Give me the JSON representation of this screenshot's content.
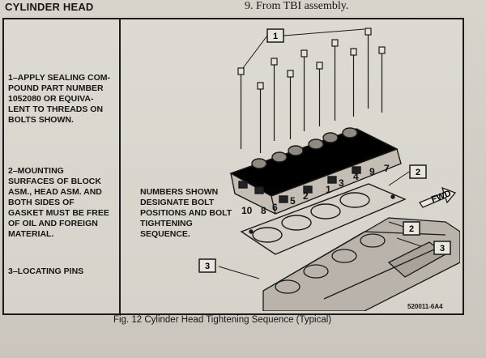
{
  "header": {
    "title": "CYLINDER HEAD",
    "step": "9.  From TBI assembly."
  },
  "notes": {
    "note1": "1–APPLY SEALING COM- POUND PART NUMBER 1052080 OR EQUIVA- LENT TO THREADS ON BOLTS SHOWN.",
    "note2": "2–MOUNTING SURFACES OF BLOCK ASM., HEAD ASM. AND BOTH SIDES OF GASKET MUST BE FREE OF OIL AND FOREIGN MATERIAL.",
    "note3": "3–LOCATING PINS",
    "center": "NUMBERS SHOWN DESIGNATE BOLT POSITIONS AND BOLT TIGHTENING SEQUENCE."
  },
  "diagram": {
    "callouts": {
      "c1": "1",
      "c2a": "2",
      "c2b": "2",
      "c3a": "3",
      "c3b": "3"
    },
    "sequence": {
      "s10": "10",
      "s8": "8",
      "s6": "6",
      "s5": "5",
      "s2": "2",
      "s1": "1",
      "s3": "3",
      "s4": "4",
      "s9": "9",
      "s7": "7"
    },
    "fwd_label": "FWD"
  },
  "figure": {
    "caption": "Fig. 12 Cylinder Head Tightening Sequence (Typical)",
    "ref_code": "520011-6A4"
  },
  "colors": {
    "ink": "#161616",
    "paper": "#d8d4cc"
  }
}
